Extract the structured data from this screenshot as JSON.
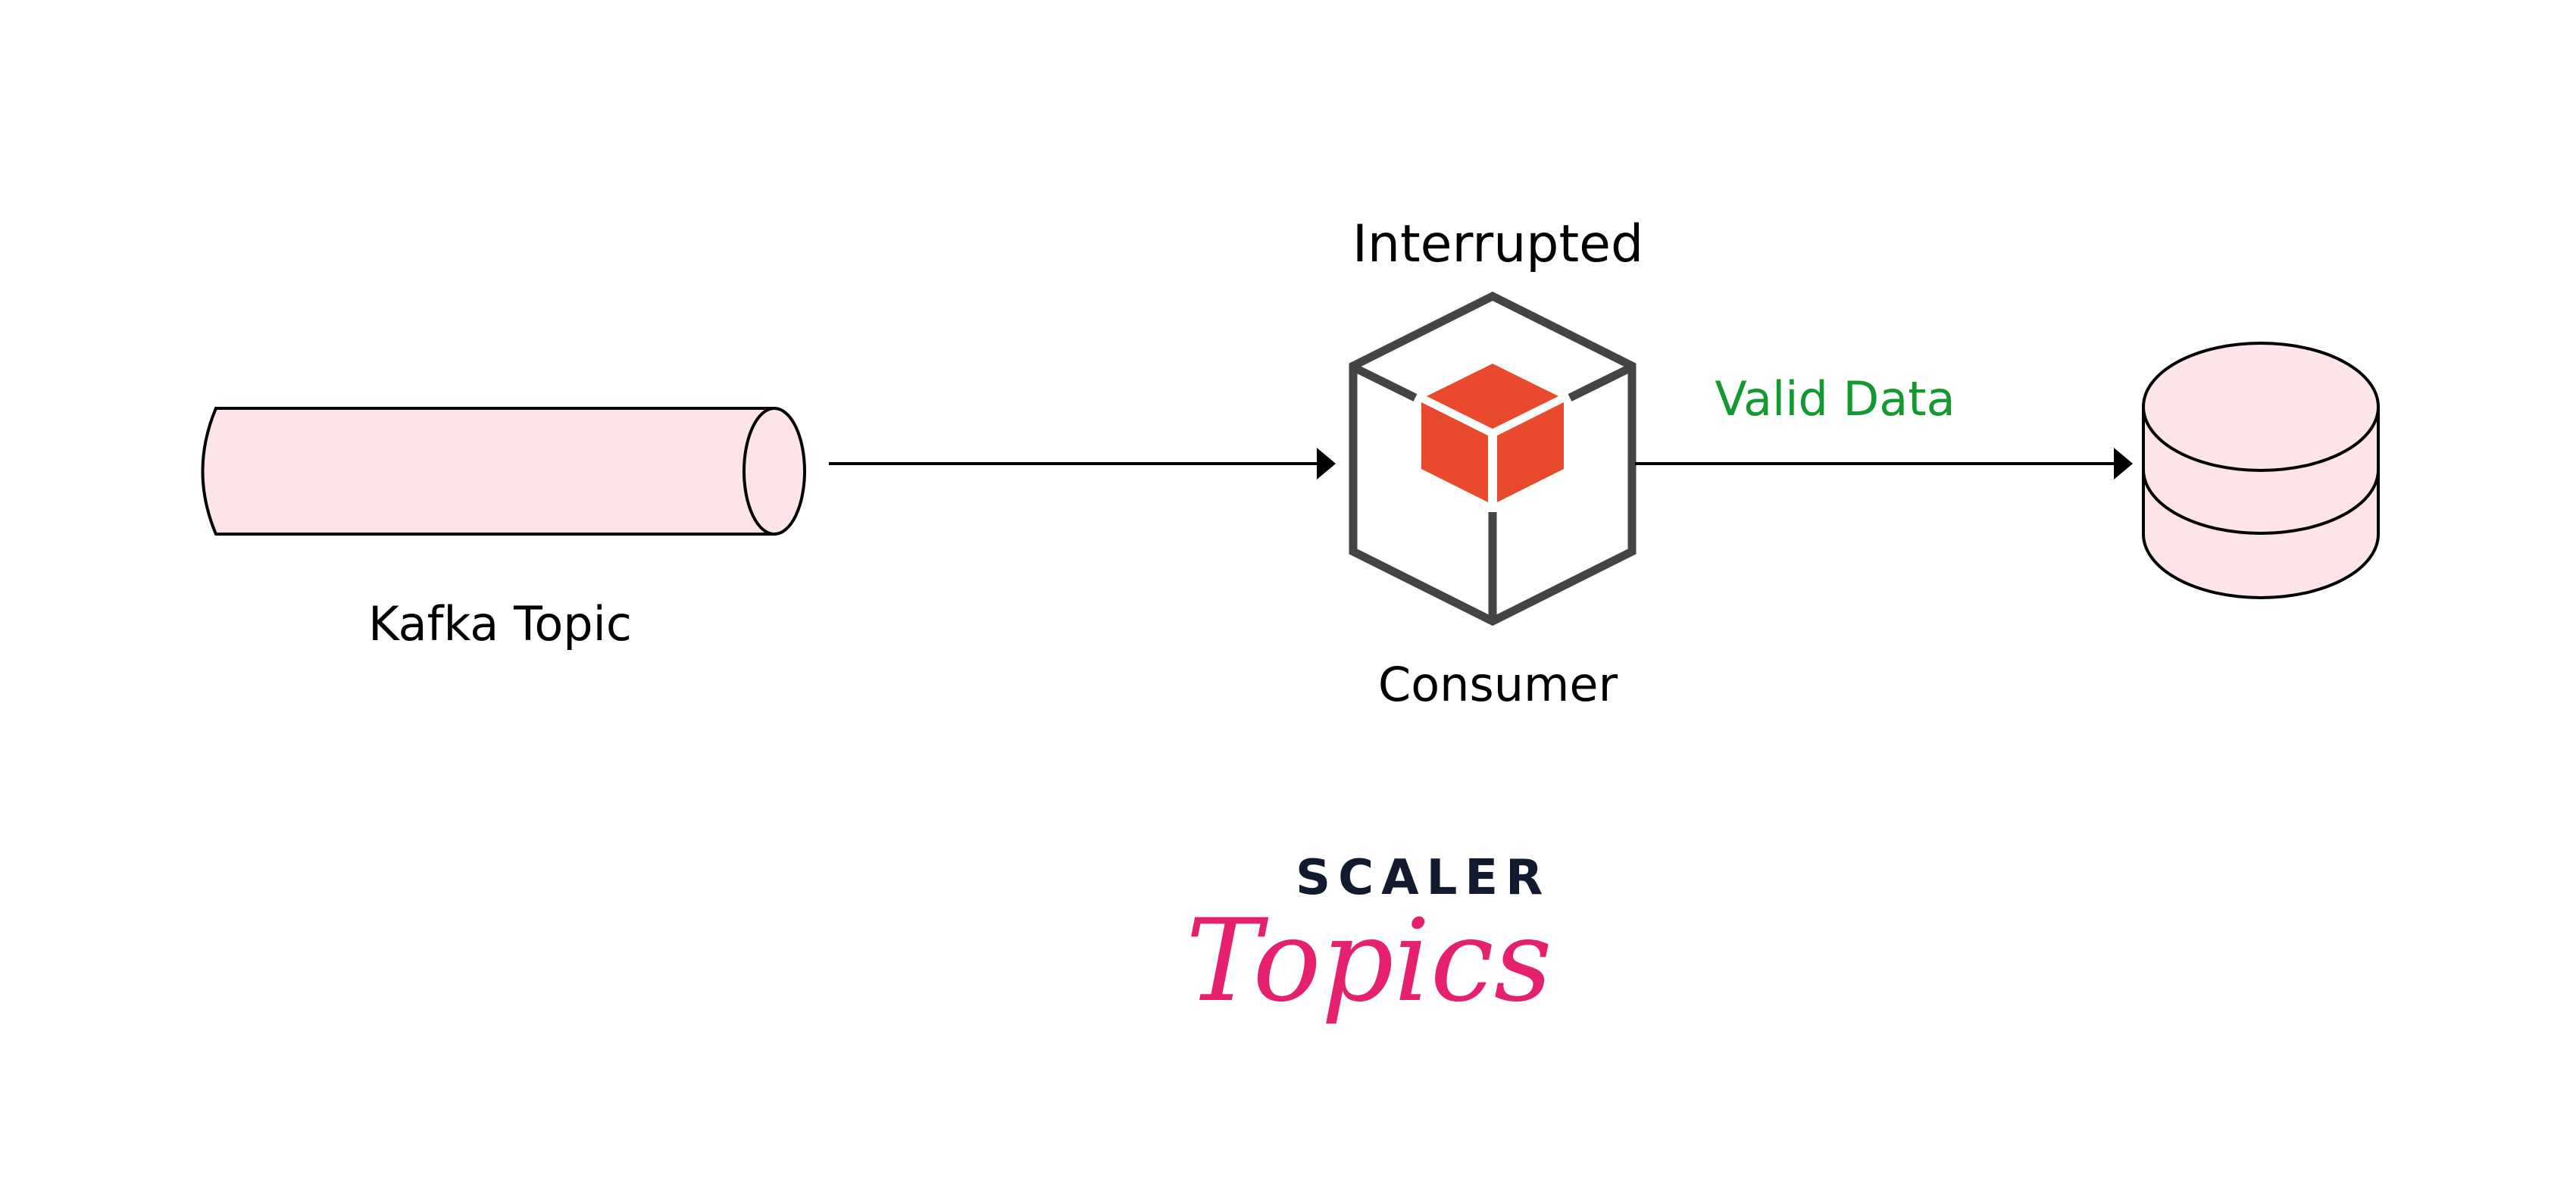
{
  "diagram": {
    "nodes": {
      "topic": {
        "label": "Kafka Topic",
        "icon": "pipe-cylinder-icon"
      },
      "consumer": {
        "label": "Consumer",
        "status": "Interrupted",
        "icon": "cube-icon"
      },
      "database": {
        "label": "",
        "icon": "database-icon"
      }
    },
    "edges": [
      {
        "from": "topic",
        "to": "consumer",
        "label": ""
      },
      {
        "from": "consumer",
        "to": "database",
        "label": "Valid Data"
      }
    ]
  },
  "logo": {
    "line1": "SCALER",
    "line2": "Topics"
  },
  "colors": {
    "node_fill": "#fde4e9",
    "stroke": "#000000",
    "hex_stroke": "#444444",
    "cube": "#e94a2e",
    "edge_label": "#12992f",
    "logo_dark": "#111a2e",
    "logo_pink": "#e5206f"
  }
}
